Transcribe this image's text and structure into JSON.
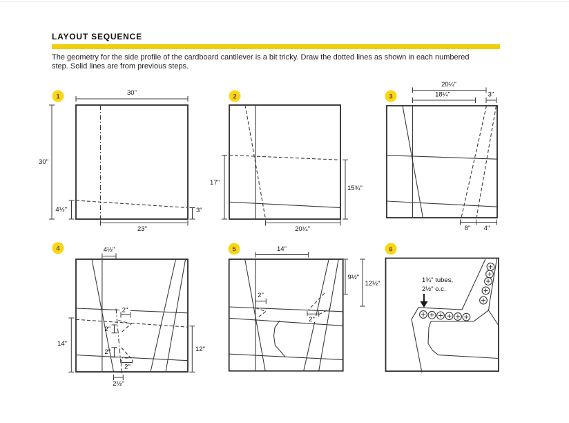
{
  "header": {
    "title": "LAYOUT SEQUENCE",
    "description_line1": "The geometry for the side profile of the cardboard cantilever is a bit tricky. Draw the dotted lines as shown in each numbered",
    "description_line2": "step. Solid lines are from previous steps."
  },
  "colors": {
    "accent_bar": "#F1CE0B",
    "badge_fill": "#FBD615",
    "line": "#3a3a3a"
  },
  "steps": {
    "s1": {
      "number": "1",
      "dim_top": "30\"",
      "dim_left": "30\"",
      "dim_left_small": "4½\"",
      "dim_right_small": "3\"",
      "dim_bottom": "23\""
    },
    "s2": {
      "number": "2",
      "dim_left": "17\"",
      "dim_right": "15¾\"",
      "dim_bottom": "20¼\""
    },
    "s3": {
      "number": "3",
      "dim_top_outer": "20¼\"",
      "dim_top_inner": "18¼\"",
      "dim_top_right": "3\"",
      "dim_bottom_left": "8\"",
      "dim_bottom_right": "4\""
    },
    "s4": {
      "number": "4",
      "dim_top": "4½\"",
      "dim_a": "2\"",
      "dim_b": "2\"",
      "dim_c": "2\"",
      "dim_d": "2\"",
      "dim_bottom": "2½\"",
      "dim_left": "14\"",
      "dim_right": "12\""
    },
    "s5": {
      "number": "5",
      "dim_top": "14\"",
      "dim_left_small": "2\"",
      "dim_right_small": "2\"",
      "dim_right_inner": "9½\"",
      "dim_right_outer": "12½\""
    },
    "s6": {
      "number": "6",
      "note_line1": "1¾\" tubes,",
      "note_line2": "2½\" o.c."
    }
  }
}
